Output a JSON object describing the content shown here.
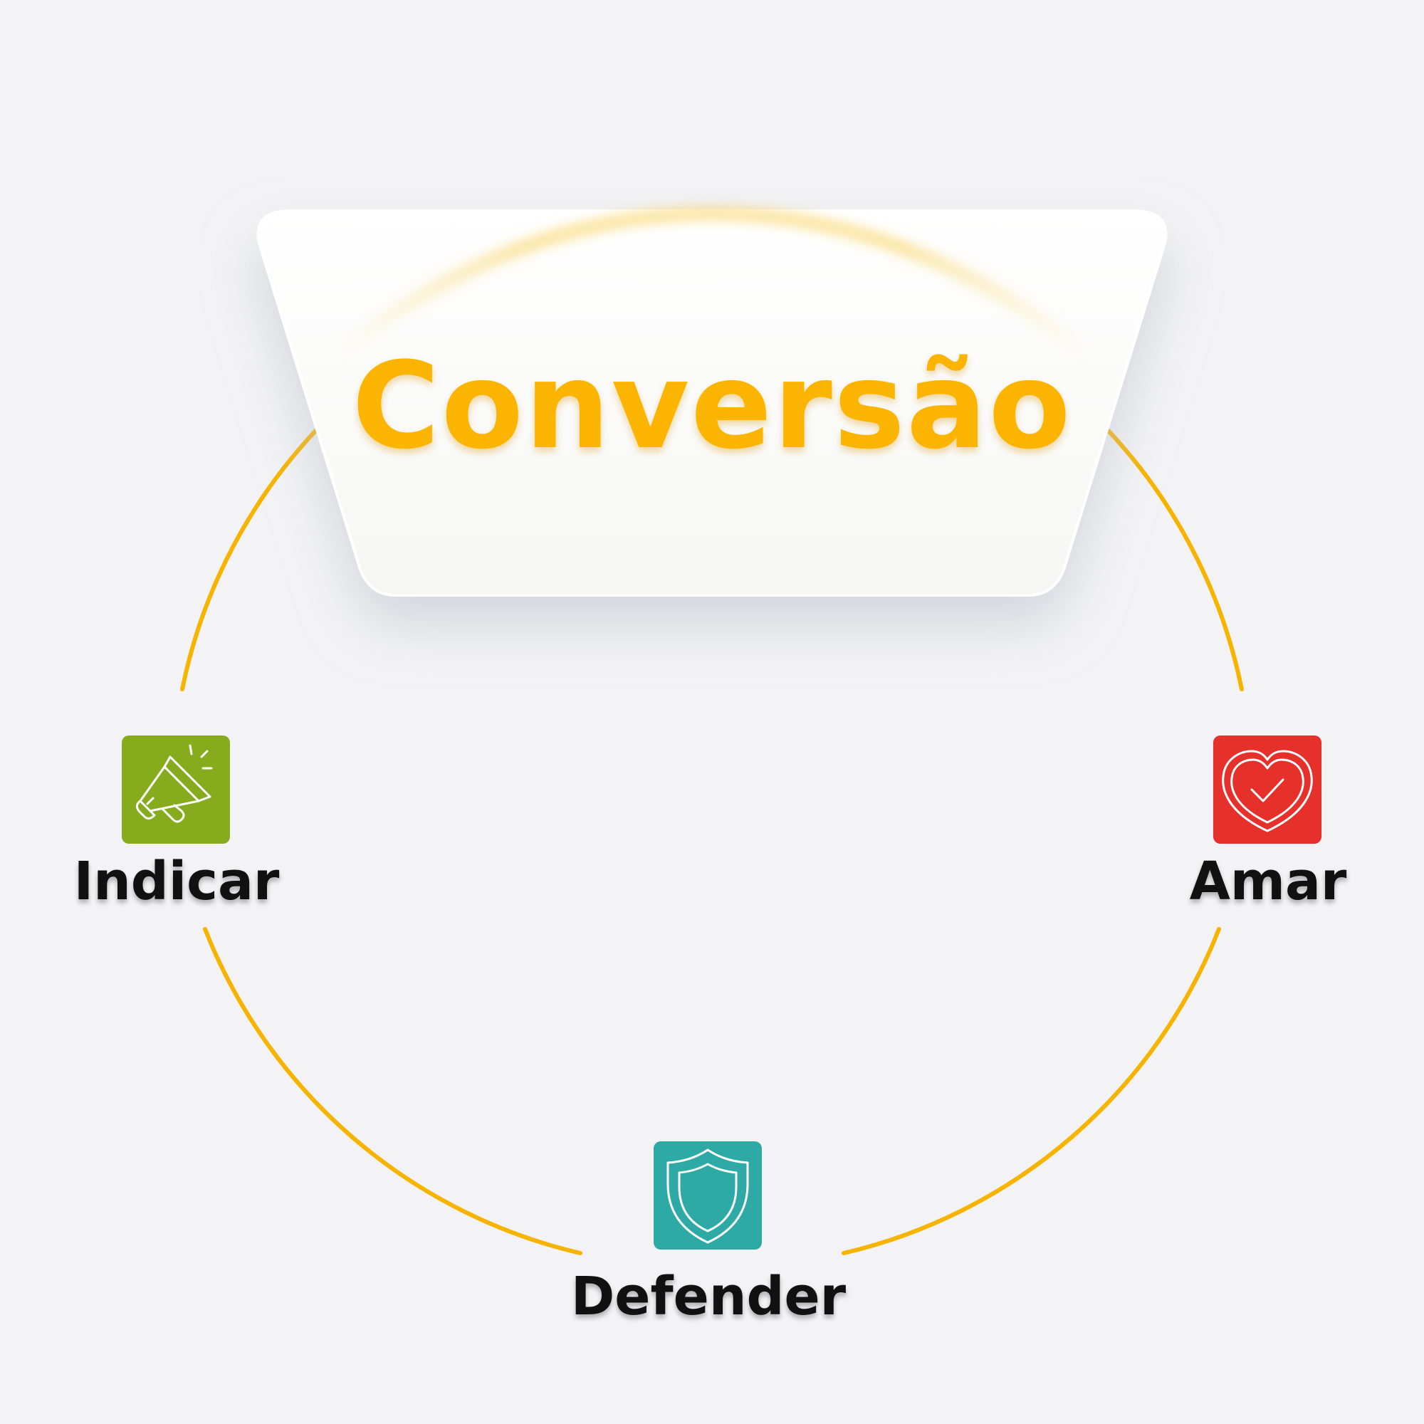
{
  "title": "Conversão",
  "colors": {
    "background": "#f3f3f5",
    "ring": "#f6b400",
    "title": "#fbb400",
    "label": "#111111"
  },
  "nodes": [
    {
      "id": "indicar",
      "label": "Indicar",
      "icon": "megaphone-icon",
      "color": "#86ac1d"
    },
    {
      "id": "amar",
      "label": "Amar",
      "icon": "heart-check-icon",
      "color": "#e5302c"
    },
    {
      "id": "defender",
      "label": "Defender",
      "icon": "shield-icon",
      "color": "#2eaaa6"
    }
  ]
}
